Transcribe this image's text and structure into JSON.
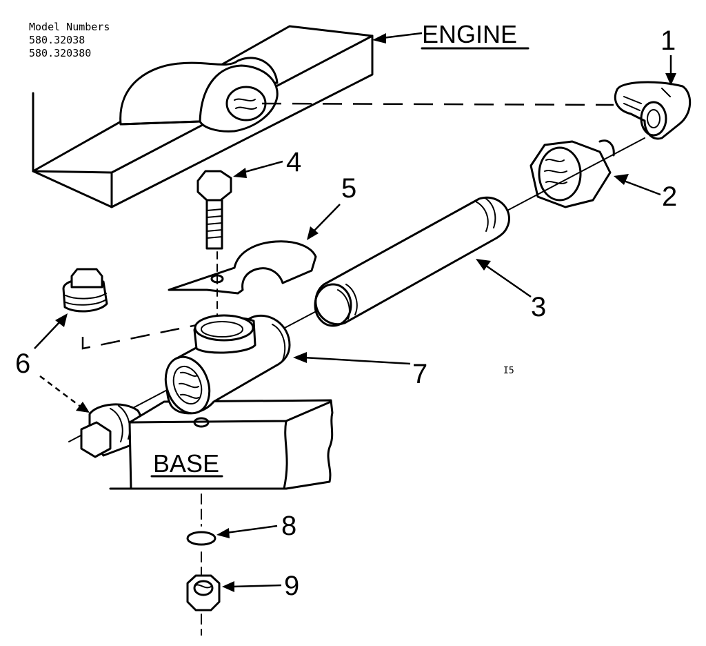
{
  "model_info": {
    "heading": "Model Numbers",
    "numbers": [
      "580.32038",
      "580.320380"
    ]
  },
  "labels": {
    "engine": "ENGINE",
    "base": "BASE",
    "figure_mark": "I5"
  },
  "callouts": [
    "1",
    "2",
    "3",
    "4",
    "5",
    "6",
    "7",
    "8",
    "9"
  ]
}
